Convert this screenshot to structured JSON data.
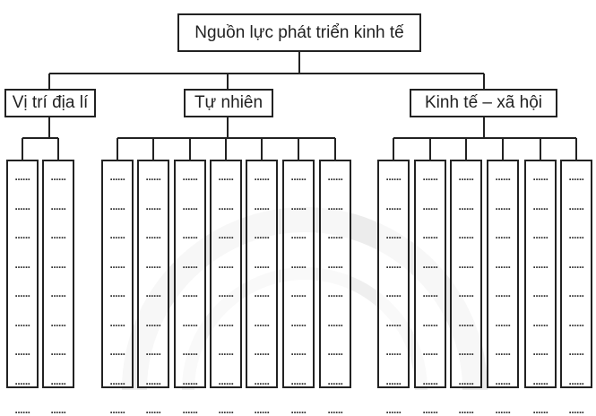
{
  "root": {
    "label": "Nguồn lực phát triển kinh tế"
  },
  "groups": [
    {
      "label": "Vị trí địa lí",
      "columns": 2
    },
    {
      "label": "Tự nhiên",
      "columns": 7
    },
    {
      "label": "Kinh tế – xã hội",
      "columns": 6
    }
  ],
  "placeholder": "......",
  "rows_per_column": 9,
  "line_color": "#222222"
}
